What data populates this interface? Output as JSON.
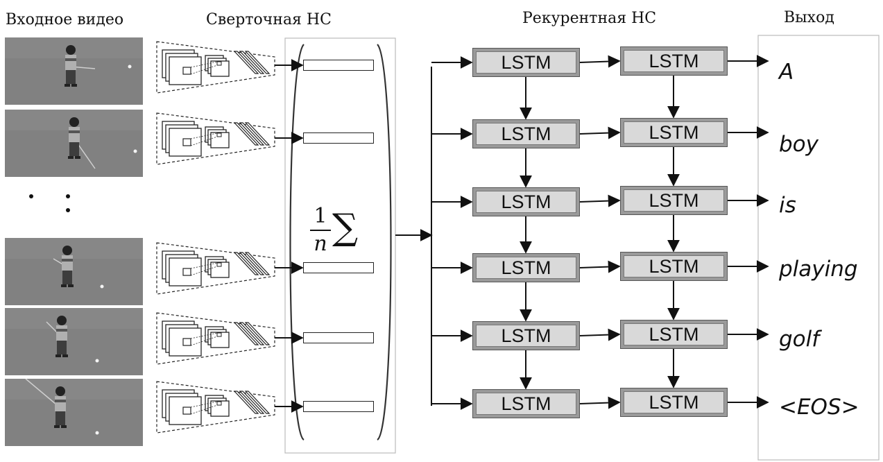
{
  "headers": {
    "input": "Входное видео",
    "cnn": "Сверточная НС",
    "rnn": "Рекурентная НС",
    "output": "Выход"
  },
  "frames": [
    "frame-1",
    "frame-2",
    "frame-3",
    "frame-4",
    "frame-5"
  ],
  "pooling": {
    "numerator": "1",
    "denominator": "n",
    "operator": "∑"
  },
  "lstm_label": "LSTM",
  "output_words": [
    "A",
    "boy",
    "is",
    "playing",
    "golf",
    "<EOS>"
  ],
  "colors": {
    "lstm_outer": "#9a9a9a",
    "lstm_inner": "#d9d9d9",
    "frame_bg": "#7a7a7a",
    "line": "#111111"
  }
}
